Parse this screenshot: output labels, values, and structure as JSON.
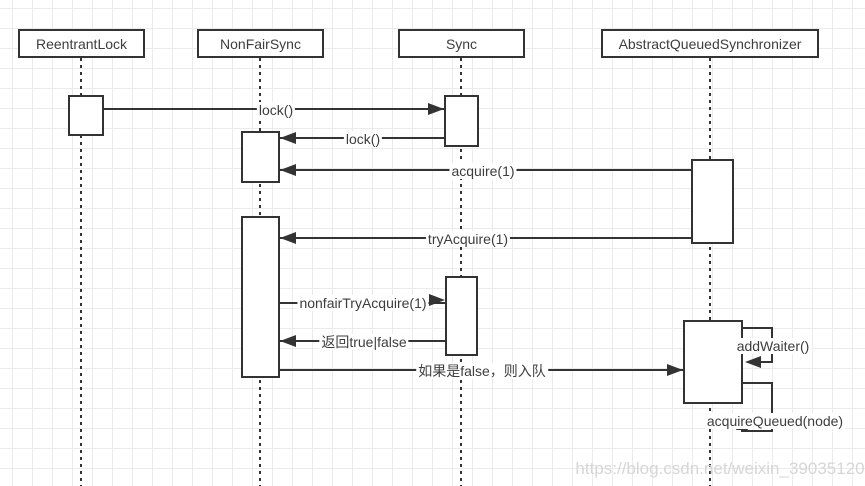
{
  "diagram": {
    "type": "uml-sequence",
    "actors": [
      {
        "name": "ReentrantLock"
      },
      {
        "name": "NonFairSync"
      },
      {
        "name": "Sync"
      },
      {
        "name": "AbstractQueuedSynchronizer"
      }
    ],
    "messages": [
      {
        "label": "lock()",
        "from": "ReentrantLock",
        "to": "Sync",
        "direction": "right"
      },
      {
        "label": "lock()",
        "from": "Sync",
        "to": "NonFairSync",
        "direction": "left"
      },
      {
        "label": "acquire(1)",
        "from": "AbstractQueuedSynchronizer",
        "to": "NonFairSync",
        "direction": "left"
      },
      {
        "label": "tryAcquire(1)",
        "from": "AbstractQueuedSynchronizer",
        "to": "NonFairSync",
        "direction": "left"
      },
      {
        "label": "nonfairTryAcquire(1)",
        "from": "NonFairSync",
        "to": "Sync",
        "direction": "right"
      },
      {
        "label": "返回true|false",
        "from": "Sync",
        "to": "NonFairSync",
        "direction": "left"
      },
      {
        "label": "如果是false，则入队",
        "from": "NonFairSync",
        "to": "AbstractQueuedSynchronizer",
        "direction": "right"
      },
      {
        "label": "addWaiter()",
        "from": "AbstractQueuedSynchronizer",
        "to": "AbstractQueuedSynchronizer",
        "direction": "self"
      },
      {
        "label": "acquireQueued(node)",
        "from": "AbstractQueuedSynchronizer",
        "to": "AbstractQueuedSynchronizer",
        "direction": "self"
      }
    ],
    "watermark": "https://blog.csdn.net/weixin_39035120",
    "colors": {
      "line": "#333333",
      "text": "#3d3d3d",
      "grid": "#ebebeb",
      "watermark": "#d6d6d6",
      "background": "#ffffff"
    }
  }
}
